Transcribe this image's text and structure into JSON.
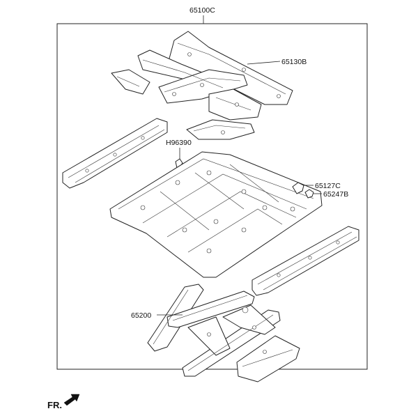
{
  "diagram": {
    "assembly_label": "65100C",
    "callouts": {
      "crossmember": "65130B",
      "clip": "H96390",
      "bracket_a": "65127C",
      "bracket_b": "65247B",
      "rear_frame": "65200"
    },
    "direction_label": "FR.",
    "icons": {
      "direction": "front-direction-arrow-icon"
    }
  }
}
